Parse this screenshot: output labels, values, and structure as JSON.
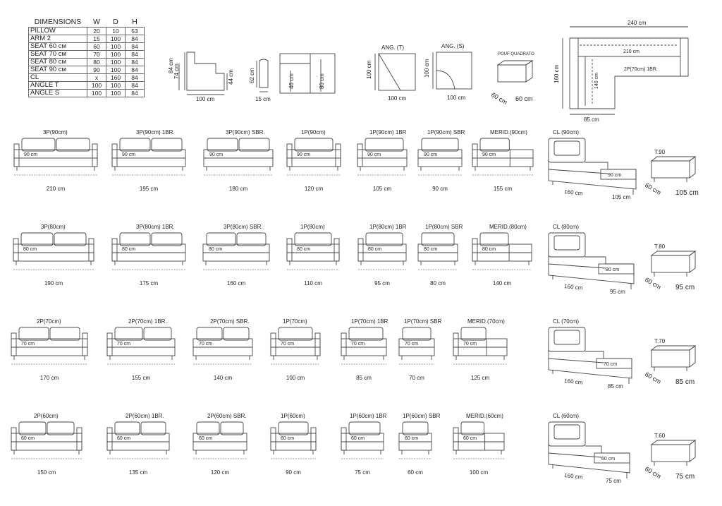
{
  "table": {
    "title": "DIMENSIONS",
    "cols": [
      "W",
      "D",
      "H"
    ],
    "rows": [
      {
        "label": "PILLOW",
        "w": "20",
        "d": "10",
        "h": "53"
      },
      {
        "label": "ARM 2",
        "w": "15",
        "d": "100",
        "h": "84"
      },
      {
        "label": "SEAT 60 см",
        "w": "60",
        "d": "100",
        "h": "84"
      },
      {
        "label": "SEAT 70 см",
        "w": "70",
        "d": "100",
        "h": "84"
      },
      {
        "label": "SEAT 80 см",
        "w": "80",
        "d": "100",
        "h": "84"
      },
      {
        "label": "SEAT 90 см",
        "w": "90",
        "d": "100",
        "h": "84"
      },
      {
        "label": "CL",
        "w": "x",
        "d": "160",
        "h": "84"
      },
      {
        "label": "ANGLE  T",
        "w": "100",
        "d": "100",
        "h": "84"
      },
      {
        "label": "ANGLE  S",
        "w": "100",
        "d": "100",
        "h": "84"
      }
    ]
  },
  "top": {
    "side_h1": "84 cm",
    "side_h2": "74 cm",
    "side_h3": "44 cm",
    "side_w": "100 cm",
    "arm_h": "62 cm",
    "arm_w": "15 cm",
    "sec_h1": "46 cm",
    "sec_h2": "80 cm",
    "angt_label": "ANG. (T)",
    "angt_h": "100 cm",
    "angt_w": "100 cm",
    "angs_label": "ANG. (S)",
    "angs_h": "100 cm",
    "angs_w": "100 cm",
    "pouf_label": "POUF  QUADRATO",
    "pouf_d": "60 cm",
    "pouf_w": "60 cm",
    "plan_w": "240 cm",
    "plan_h": "160 cm",
    "plan_inner_w": "210 cm",
    "plan_inner_h": "140 cm",
    "plan_label": "2P(70cm) 1BR.",
    "plan_bottom": "85 cm"
  },
  "rows": [
    {
      "seat": "90 cm",
      "items": [
        {
          "label": "3P(90cm)",
          "width": "210 cm"
        },
        {
          "label": "3P(90cm) 1BR.",
          "width": "195 cm"
        },
        {
          "label": "3P(90cm) SBR.",
          "width": "180 cm"
        },
        {
          "label": "1P(90cm)",
          "width": "120 cm"
        },
        {
          "label": "1P(90cm) 1BR",
          "width": "105 cm"
        },
        {
          "label": "1P(90cm) SBR",
          "width": "90 cm"
        },
        {
          "label": "MERID.(90cm)",
          "width": "155 cm"
        }
      ],
      "cl": {
        "label": "CL (90cm)",
        "seat": "90 cm",
        "depth": "160 cm",
        "width": "105 cm"
      },
      "pouf": {
        "label": "T.90",
        "depth": "60 cm",
        "width": "105 cm"
      }
    },
    {
      "seat": "80 cm",
      "items": [
        {
          "label": "3P(80cm)",
          "width": "190 cm"
        },
        {
          "label": "3P(80cm) 1BR.",
          "width": "175 cm"
        },
        {
          "label": "3P(80cm) SBR.",
          "width": "160 cm"
        },
        {
          "label": "1P(80cm)",
          "width": "110 cm"
        },
        {
          "label": "1P(80cm) 1BR",
          "width": "95 cm"
        },
        {
          "label": "1P(80cm) SBR",
          "width": "80 cm"
        },
        {
          "label": "MERID.(80cm)",
          "width": "140 cm"
        }
      ],
      "cl": {
        "label": "CL (80cm)",
        "seat": "80 cm",
        "depth": "160 cm",
        "width": "95 cm"
      },
      "pouf": {
        "label": "T.80",
        "depth": "60 cm",
        "width": "95 cm"
      }
    },
    {
      "seat": "70 cm",
      "items": [
        {
          "label": "2P(70cm)",
          "width": "170 cm"
        },
        {
          "label": "2P(70cm) 1BR.",
          "width": "155 cm"
        },
        {
          "label": "2P(70cm) SBR.",
          "width": "140 cm"
        },
        {
          "label": "1P(70cm)",
          "width": "100 cm"
        },
        {
          "label": "1P(70cm) 1BR",
          "width": "85 cm"
        },
        {
          "label": "1P(70cm) SBR",
          "width": "70 cm"
        },
        {
          "label": "MERID.(70cm)",
          "width": "125 cm"
        }
      ],
      "cl": {
        "label": "CL (70cm)",
        "seat": "70 cm",
        "depth": "160 cm",
        "width": "85 cm"
      },
      "pouf": {
        "label": "T.70",
        "depth": "60 cm",
        "width": "85 cm"
      }
    },
    {
      "seat": "60 cm",
      "items": [
        {
          "label": "2P(60cm)",
          "width": "150 cm"
        },
        {
          "label": "2P(60cm) 1BR.",
          "width": "135 cm"
        },
        {
          "label": "2P(60cm) SBR.",
          "width": "120 cm"
        },
        {
          "label": "1P(60cm)",
          "width": "90 cm"
        },
        {
          "label": "1P(60cm) 1BR",
          "width": "75 cm"
        },
        {
          "label": "1P(60cm) SBR",
          "width": "60 cm"
        },
        {
          "label": "MERID.(60cm)",
          "width": "100 cm"
        }
      ],
      "cl": {
        "label": "CL (60cm)",
        "seat": "60 cm",
        "depth": "160 cm",
        "width": "75 cm"
      },
      "pouf": {
        "label": "T.60",
        "depth": "60 cm",
        "width": "75 cm"
      }
    }
  ]
}
